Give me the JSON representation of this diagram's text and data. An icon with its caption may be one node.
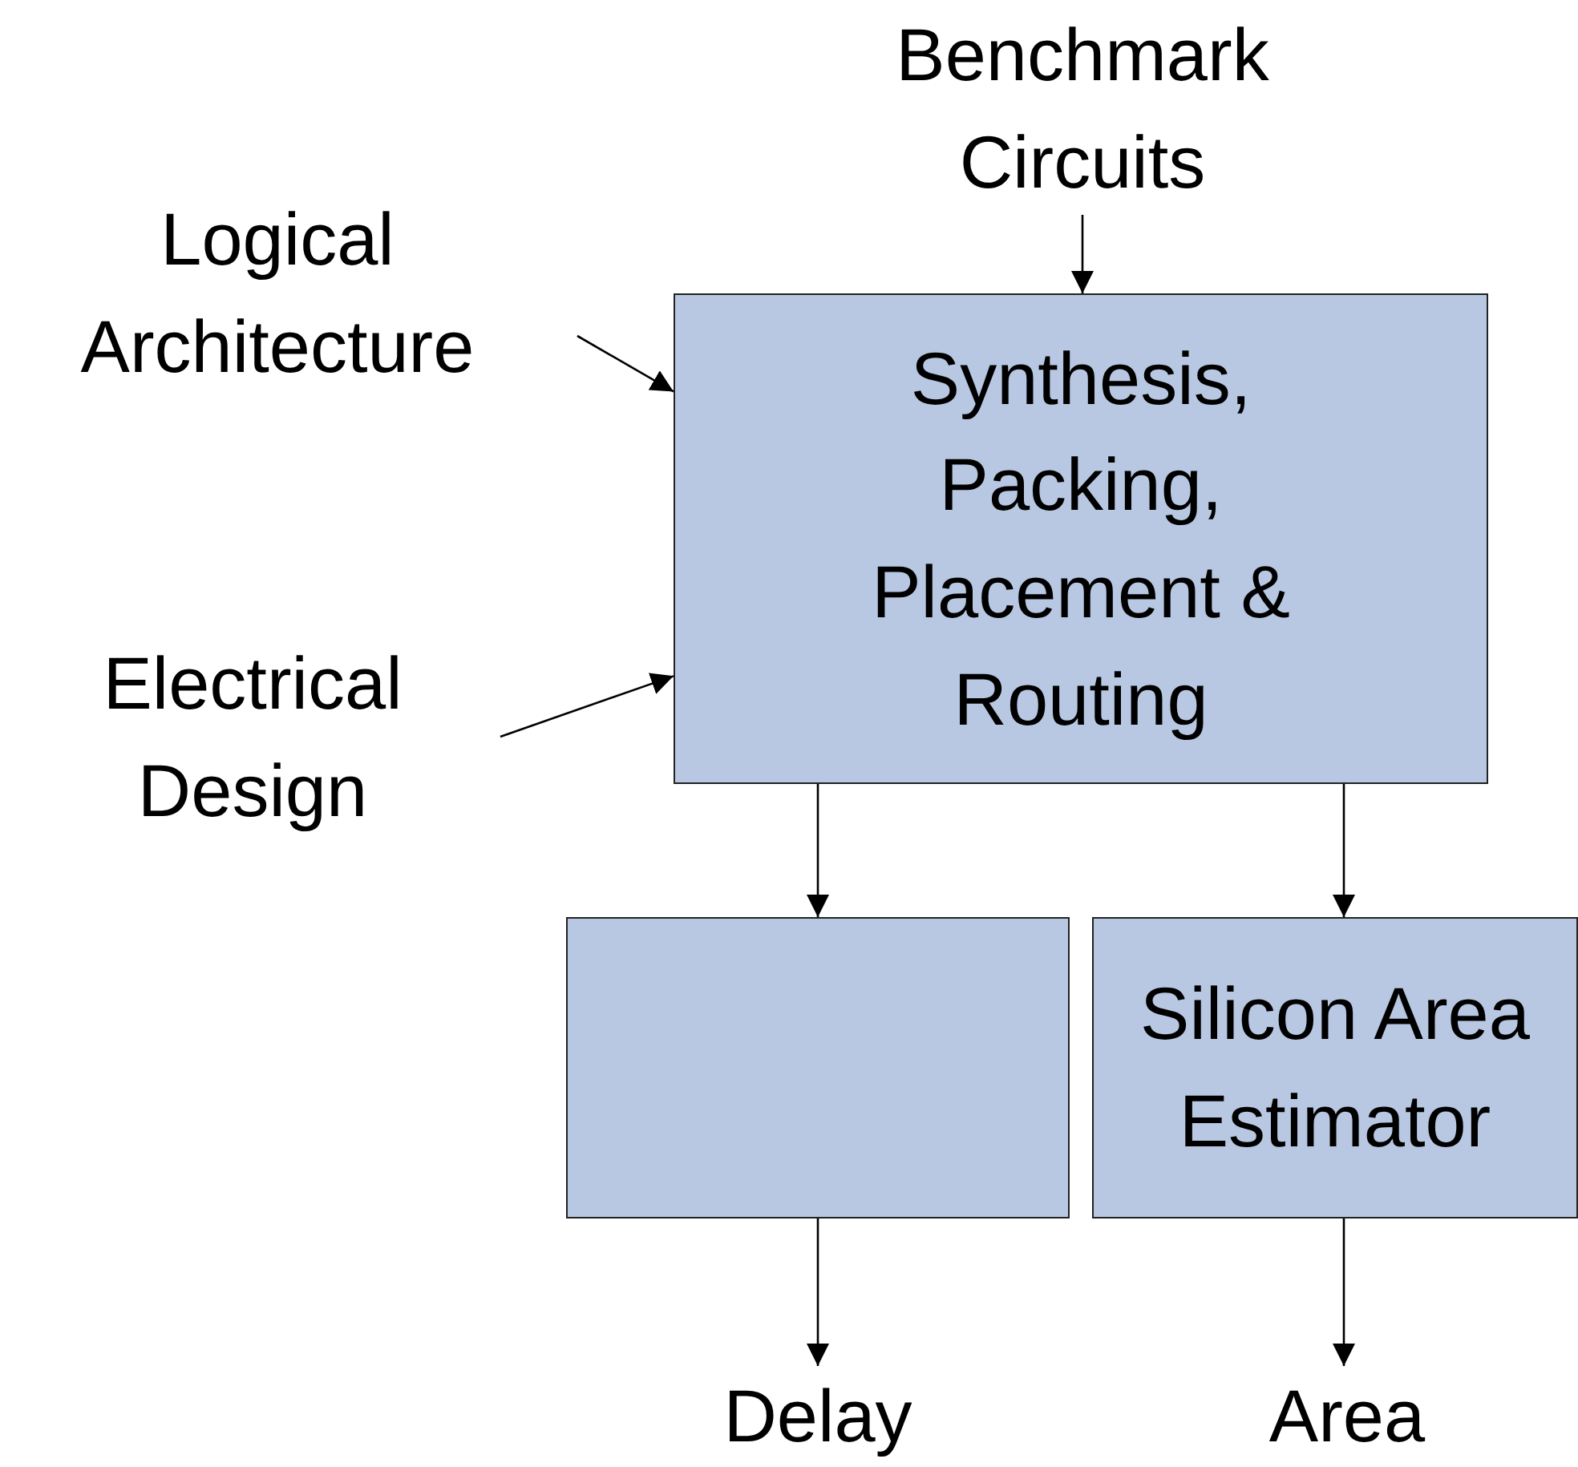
{
  "diagram": {
    "nodes": [
      {
        "text": [
          "Benchmark Circuits"
        ]
      },
      {
        "text": [
          "Logical Architecture"
        ]
      },
      {
        "text": [
          "Electrical Design"
        ]
      },
      {
        "text": [
          "Synthesis, Packing, Placement & Routing"
        ]
      },
      {
        "text": [],
        "shape": "box"
      },
      {
        "text": [
          "Silicon Area Estimator"
        ]
      },
      {
        "text": [
          "Delay"
        ]
      },
      {
        "text": [
          "Area"
        ]
      }
    ],
    "edges": [
      {
        "from": 0,
        "to": 3,
        "arrow": "to"
      },
      {
        "from": 1,
        "to": 3,
        "arrow": "to"
      },
      {
        "from": 2,
        "to": 3,
        "arrow": "to"
      },
      {
        "from": 3,
        "to": 4,
        "arrow": "to"
      },
      {
        "from": 3,
        "to": 5,
        "arrow": "to"
      },
      {
        "from": 4,
        "to": 6,
        "arrow": "to"
      },
      {
        "from": 5,
        "to": 7,
        "arrow": "to"
      }
    ]
  }
}
